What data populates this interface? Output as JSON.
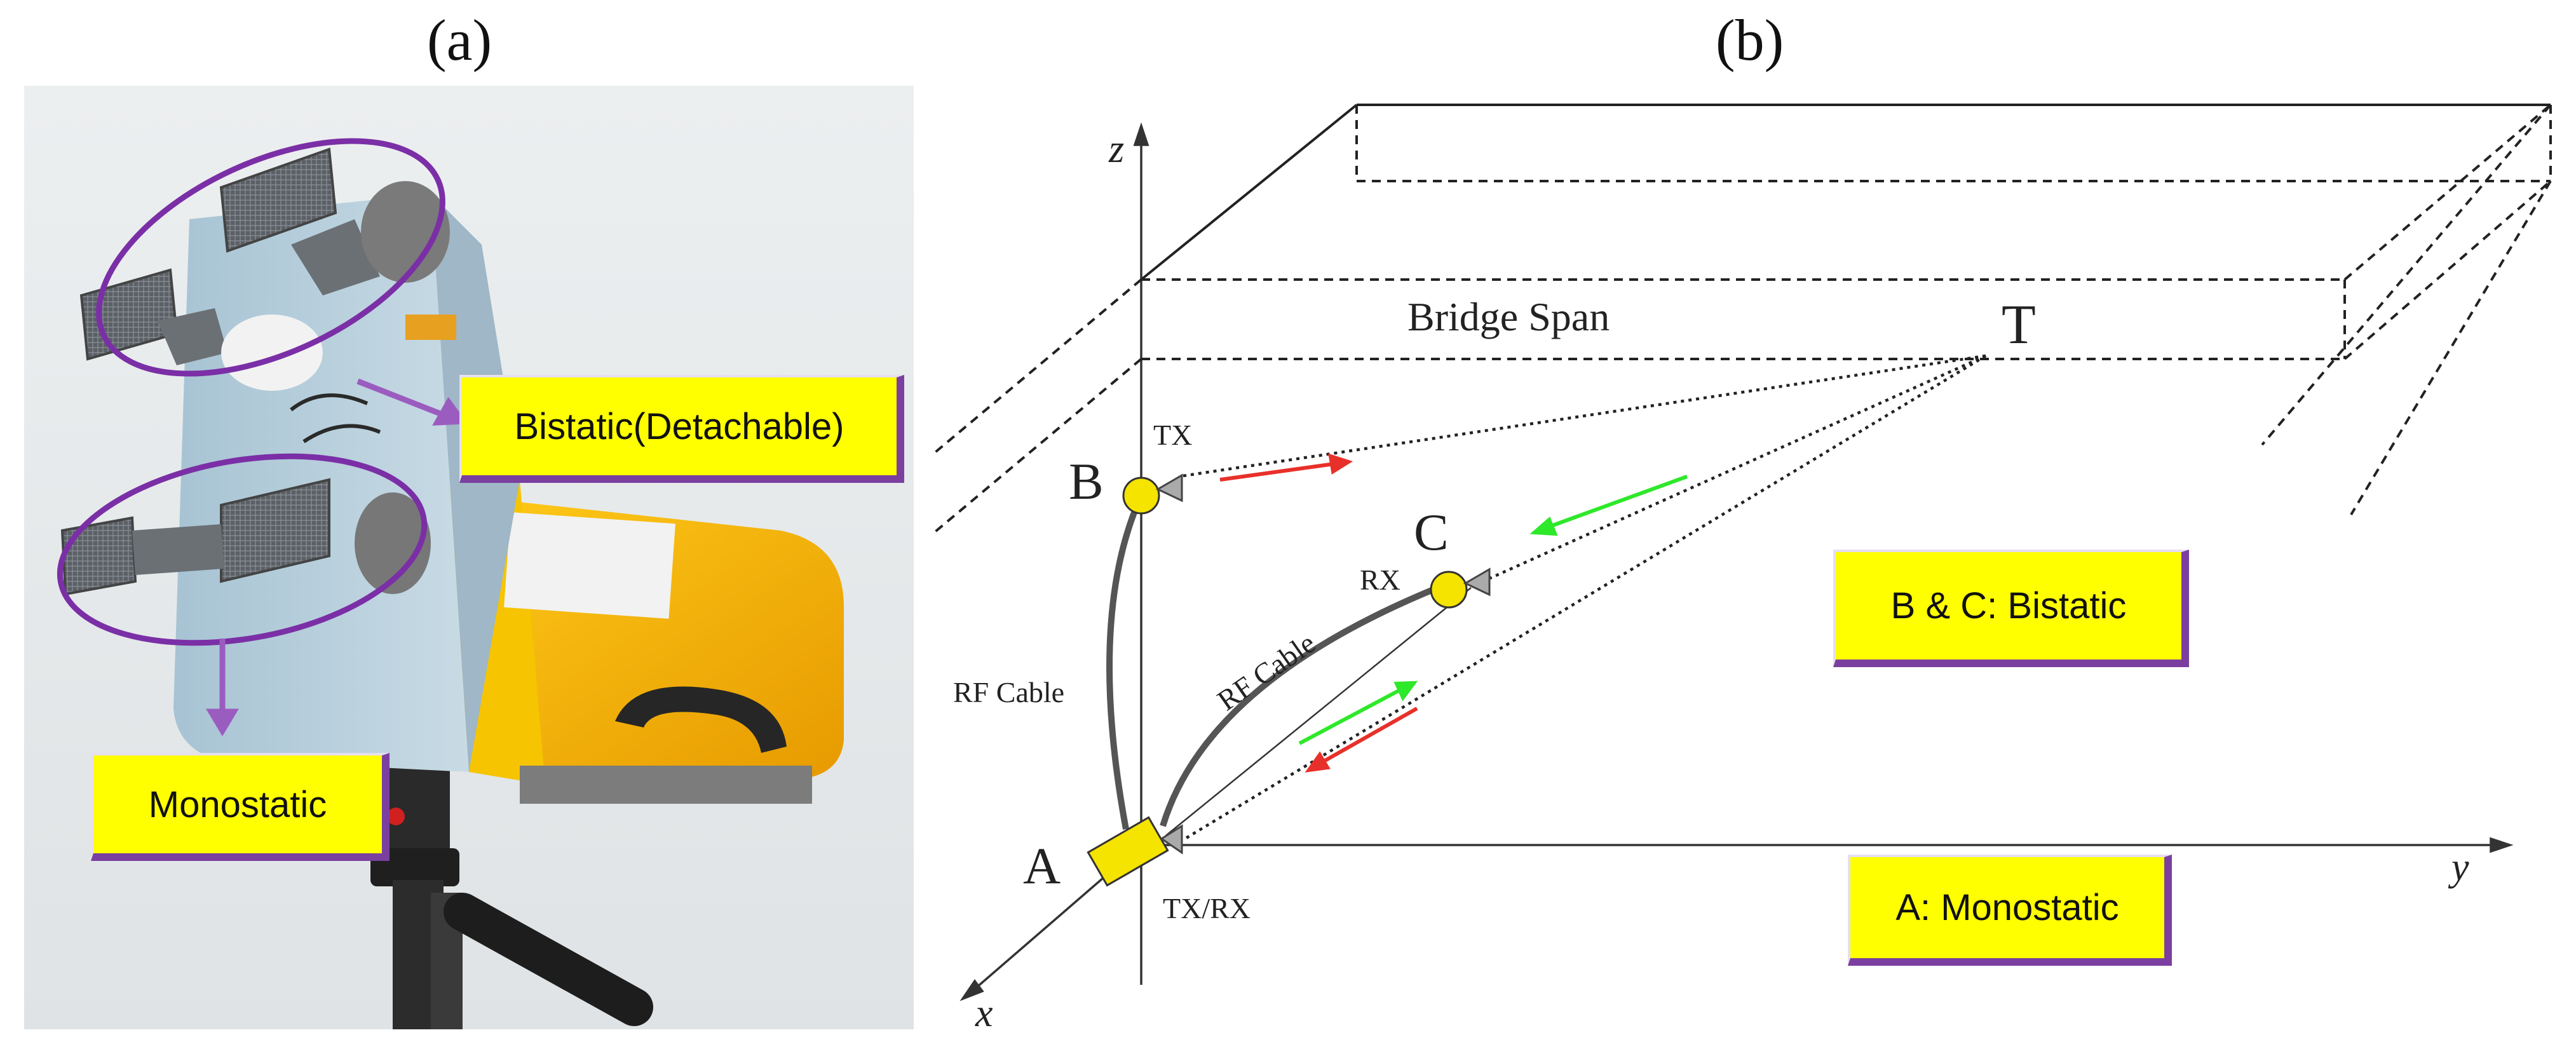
{
  "panels": {
    "a_label": "(a)",
    "b_label": "(b)"
  },
  "photo": {
    "callout_bistatic": "Bistatic(Detachable)",
    "callout_monostatic": "Monostatic",
    "colors": {
      "ellipse": "#7b2fa6",
      "arrow": "#9b5cc0",
      "housing": "#f4b400",
      "panel": "#b9cfdc"
    }
  },
  "diagram": {
    "axis_z": "z",
    "axis_y": "y",
    "axis_x": "x",
    "bridge_span": "Bridge Span",
    "target": "T",
    "point_a": "A",
    "point_b": "B",
    "point_c": "C",
    "tx": "TX",
    "rx": "RX",
    "txrx": "TX/RX",
    "rf_cable_left": "RF Cable",
    "rf_cable_mid": "RF Cable",
    "legend_bistatic": "B & C: Bistatic",
    "legend_monostatic": "A: Monostatic",
    "colors": {
      "node": "#f5e300",
      "red_arrow": "#e8302a",
      "green_arrow": "#2ee82a",
      "callout_border": "#7b3fa0"
    }
  }
}
